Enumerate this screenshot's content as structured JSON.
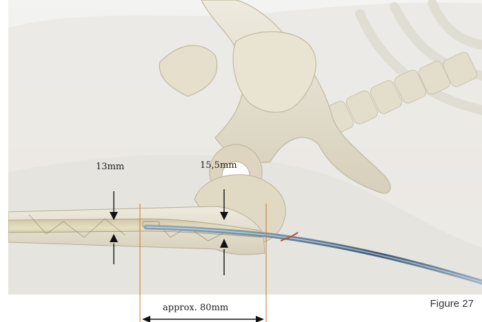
{
  "figure": {
    "caption": "Figure 27",
    "measurements": {
      "left_diameter": "13mm",
      "right_diameter": "15,5mm",
      "length": "approx. 80mm"
    },
    "colors": {
      "bone": "#e2dccb",
      "bone_shade": "#cfc7b1",
      "nail": "#d8cfae",
      "guide_wire": "#5e7a94",
      "reference_line": "#c8782e",
      "arrow": "#111111"
    }
  }
}
